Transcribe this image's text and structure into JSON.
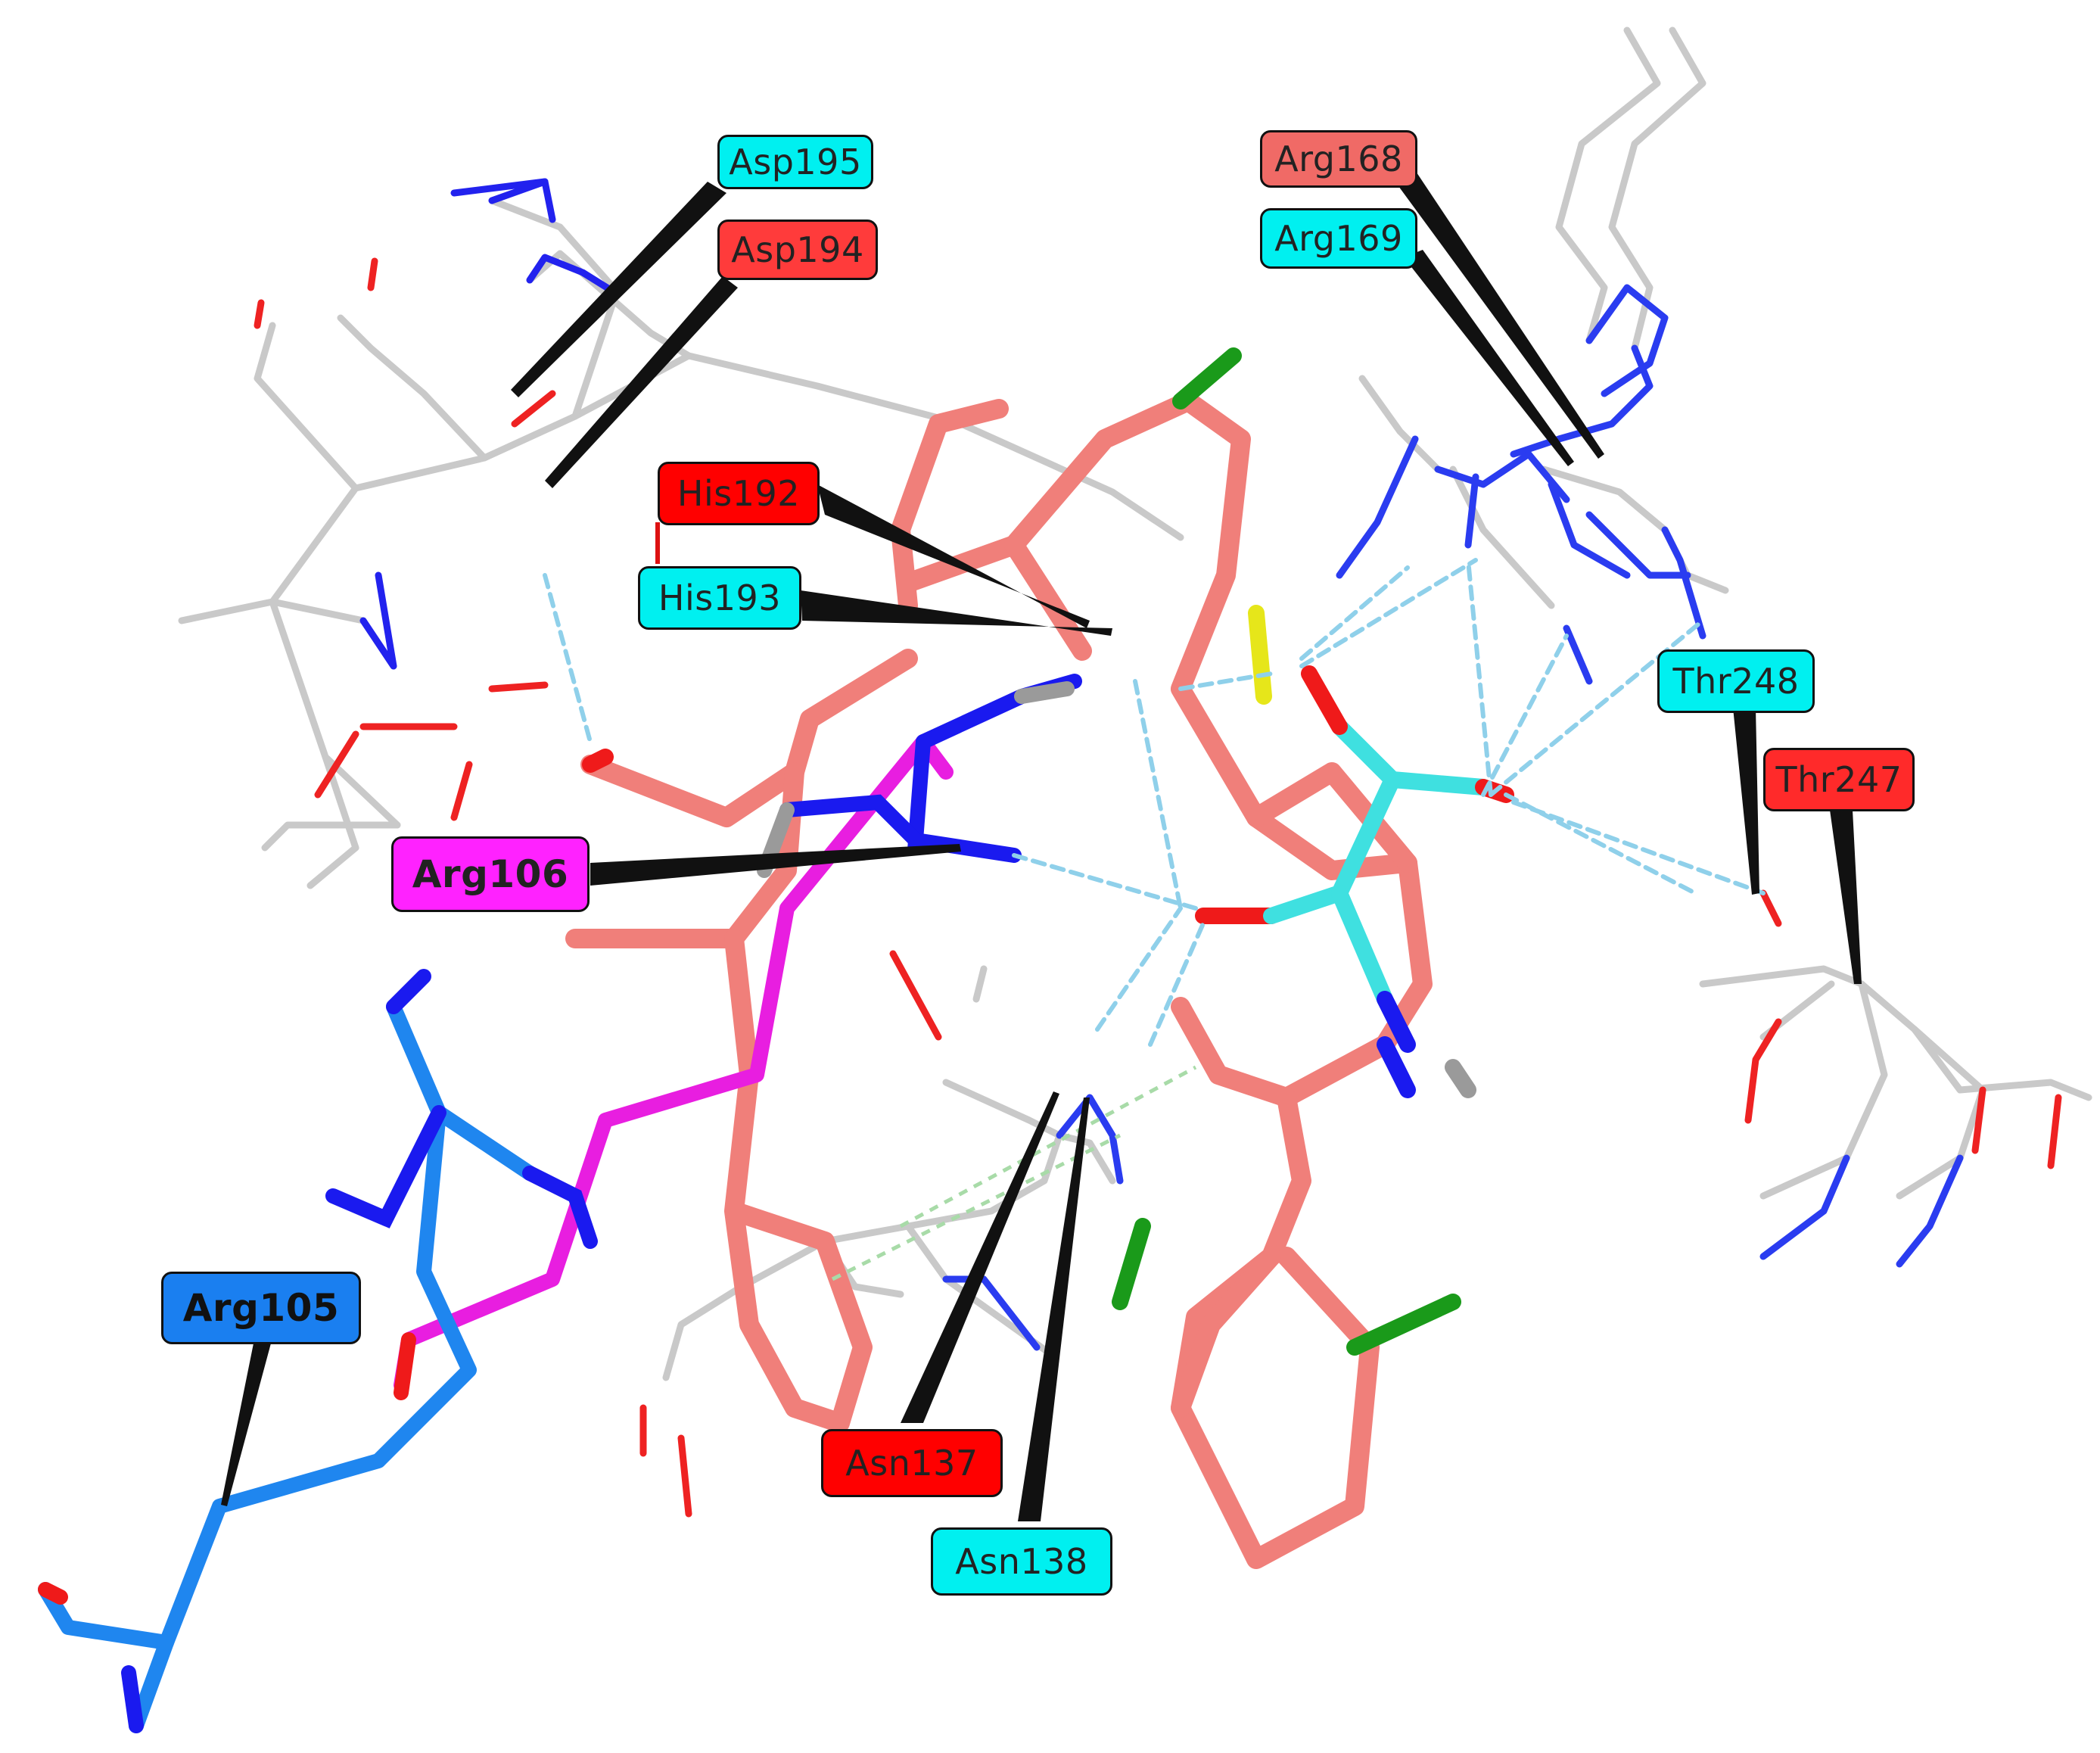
{
  "colors": {
    "background": "#ffffff",
    "carbon_white": "#cfcfcf",
    "carbon_salmon": "#f07f7a",
    "carbon_cyan": "#3fe0e0",
    "carbon_magenta": "#e81ee0",
    "carbon_blue": "#1f86ef",
    "nitrogen": "#1a1aef",
    "oxygen": "#ef1a1a",
    "sulfur": "#e6e61a",
    "chlorine": "#1a9a1a",
    "hbond": "#8fd0ea",
    "cyan_label": "#00f0f0",
    "red_label": "#ff1a1a",
    "salmon_label": "#f06a66",
    "magenta_label": "#ff22ff",
    "blue_label": "#1a7ff0"
  },
  "labels": {
    "asp195": "Asp195",
    "asp194": "Asp194",
    "arg168": "Arg168",
    "arg169": "Arg169",
    "his192": "His192",
    "his193": "His193",
    "thr248": "Thr248",
    "thr247": "Thr247",
    "arg106": "Arg106",
    "arg105": "Arg105",
    "asn137": "Asn137",
    "asn138": "Asn138"
  }
}
